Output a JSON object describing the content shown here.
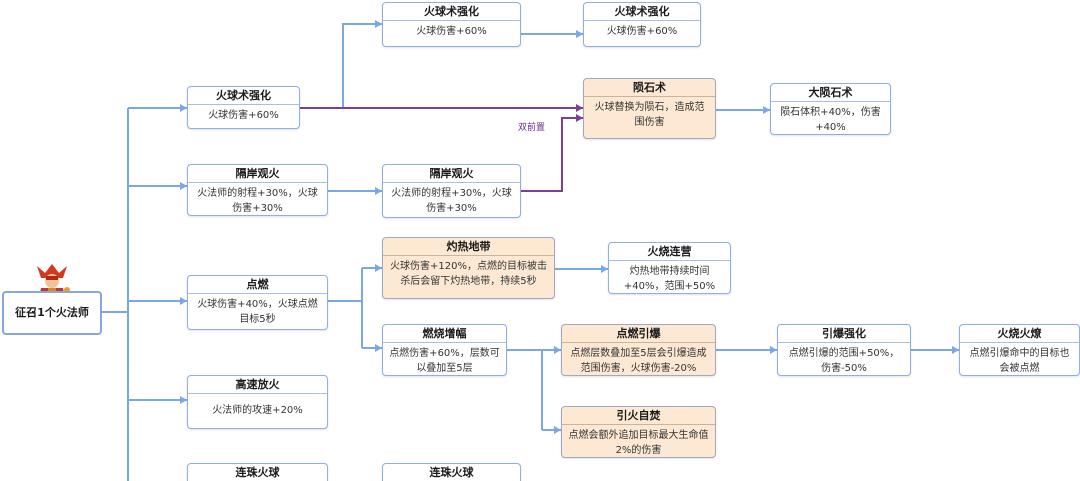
{
  "root": {
    "label": "征召1个火法师"
  },
  "edge_label": "双前置",
  "nodes": {
    "n1": {
      "title": "火球术强化",
      "desc": "火球伤害+60%"
    },
    "n2": {
      "title": "火球术强化",
      "desc": "火球伤害+60%"
    },
    "n3": {
      "title": "火球术强化",
      "desc": "火球伤害+60%"
    },
    "n4": {
      "title": "陨石术",
      "desc": "火球替换为陨石，造成范围伤害"
    },
    "n5": {
      "title": "大陨石术",
      "desc": "陨石体积+40%，伤害+40%"
    },
    "n6": {
      "title": "隔岸观火",
      "desc": "火法师的射程+30%，火球伤害+30%"
    },
    "n7": {
      "title": "隔岸观火",
      "desc": "火法师的射程+30%，火球伤害+30%"
    },
    "n8": {
      "title": "灼热地带",
      "desc": "火球伤害+120%，点燃的目标被击杀后会留下灼热地带，持续5秒"
    },
    "n9": {
      "title": "火烧连营",
      "desc": "灼热地带持续时间+40%，范围+50%"
    },
    "n10": {
      "title": "点燃",
      "desc": "火球伤害+40%，火球点燃目标5秒"
    },
    "n11": {
      "title": "燃烧增幅",
      "desc": "点燃伤害+60%，层数可以叠加至5层"
    },
    "n12": {
      "title": "点燃引爆",
      "desc": "点燃层数叠加至5层会引爆造成范围伤害，火球伤害-20%"
    },
    "n13": {
      "title": "引爆强化",
      "desc": "点燃引爆的范围+50%，伤害-50%"
    },
    "n14": {
      "title": "火烧火燎",
      "desc": "点燃引爆命中的目标也会被点燃"
    },
    "n15": {
      "title": "引火自焚",
      "desc": "点燃会额外追加目标最大生命值2%的伤害"
    },
    "n16": {
      "title": "高速放火",
      "desc": "火法师的攻速+20%"
    },
    "n17": {
      "title": "连珠火球",
      "desc": ""
    },
    "n18": {
      "title": "连珠火球",
      "desc": ""
    }
  },
  "colors": {
    "link_blue": "#7aa7e6",
    "link_purple": "#7b3f98",
    "highlight_fill": "#fde9d3"
  }
}
